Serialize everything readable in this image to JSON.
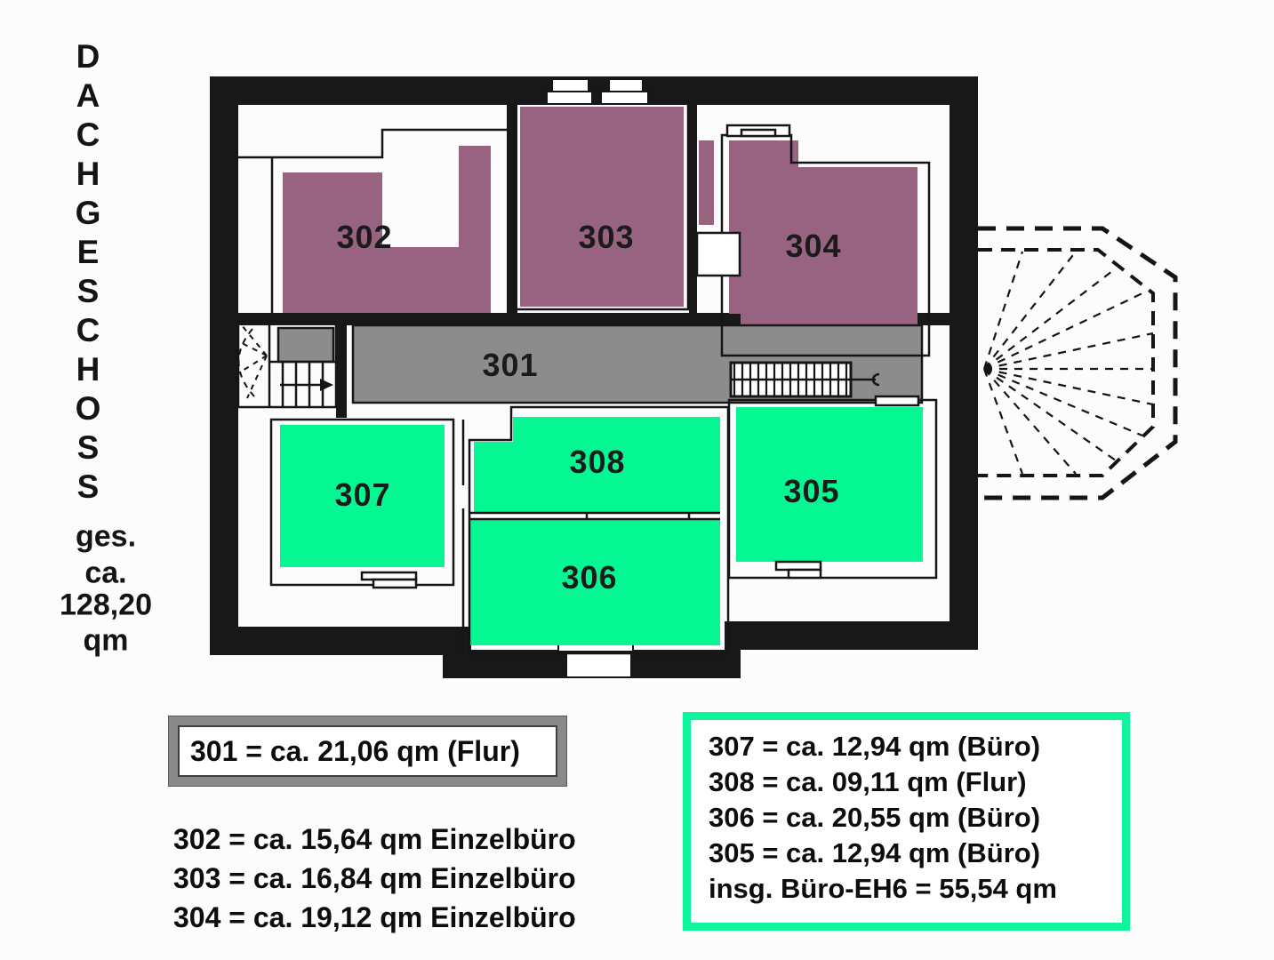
{
  "title": {
    "text": "DACHGESCHOSS",
    "letters": [
      "D",
      "A",
      "C",
      "H",
      "G",
      "E",
      "S",
      "C",
      "H",
      "O",
      "S",
      "S"
    ]
  },
  "summary": {
    "lines": [
      "ges.",
      "ca.",
      "128,20",
      "qm"
    ]
  },
  "plan": {
    "rooms": [
      {
        "label": "302",
        "type": "Einzelbüro",
        "area_qm": "15,64",
        "color_key": "purple"
      },
      {
        "label": "303",
        "type": "Einzelbüro",
        "area_qm": "16,84",
        "color_key": "purple"
      },
      {
        "label": "304",
        "type": "Einzelbüro",
        "area_qm": "19,12",
        "color_key": "purple"
      },
      {
        "label": "301",
        "type": "Flur",
        "area_qm": "21,06",
        "color_key": "gray"
      },
      {
        "label": "307",
        "type": "Büro",
        "area_qm": "12,94",
        "color_key": "green"
      },
      {
        "label": "308",
        "type": "Flur",
        "area_qm": "09,11",
        "color_key": "green"
      },
      {
        "label": "306",
        "type": "Büro",
        "area_qm": "20,55",
        "color_key": "green"
      },
      {
        "label": "305",
        "type": "Büro",
        "area_qm": "12,94",
        "color_key": "green"
      }
    ]
  },
  "legend_flur": {
    "text": "301 = ca. 21,06 qm (Flur)"
  },
  "legend_einzelbuero": {
    "lines": [
      "302 = ca. 15,64 qm Einzelbüro",
      "303 = ca. 16,84 qm Einzelbüro",
      "304 = ca. 19,12 qm Einzelbüro"
    ]
  },
  "legend_buero": {
    "lines": [
      "307 = ca. 12,94 qm (Büro)",
      "308 = ca. 09,11 qm (Flur)",
      "306 = ca. 20,55 qm (Büro)",
      "305 = ca. 12,94 qm (Büro)",
      "insg. Büro-EH6 = 55,54 qm"
    ]
  },
  "colors": {
    "room_purple": "#986380",
    "room_green": "#05F794",
    "room_gray": "#8C8C8C",
    "wall": "#181818",
    "legend_green_border": "#0DF59B",
    "legend_gray_border": "#898989"
  }
}
